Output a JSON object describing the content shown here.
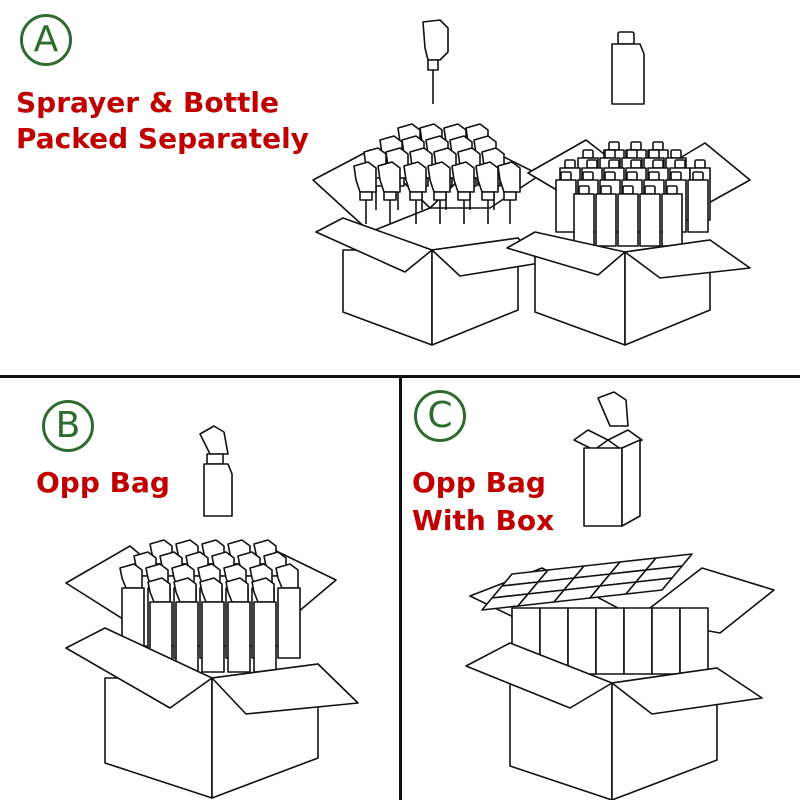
{
  "panels": {
    "a": {
      "badge": "A",
      "caption_line1": "Sprayer & Bottle",
      "caption_line2": "Packed Separately"
    },
    "b": {
      "badge": "B",
      "caption_line1": "Opp Bag"
    },
    "c": {
      "badge": "C",
      "caption_line1": "Opp Bag",
      "caption_line2": "With Box"
    }
  },
  "colors": {
    "badge": "#2e6b2f",
    "caption": "#c00000",
    "line": "#111111"
  },
  "icons": [
    "sprayer-icon",
    "bottle-icon",
    "spray-bottle-icon",
    "boxed-bottle-icon",
    "carton-box-icon"
  ]
}
